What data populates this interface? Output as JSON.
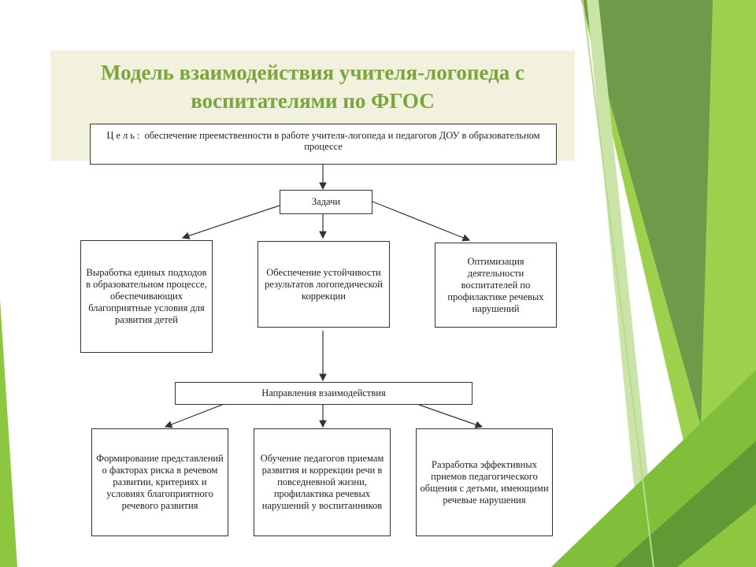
{
  "slide": {
    "title": "Модель взаимодействия учителя-логопеда с воспитателями по ФГОС"
  },
  "diagram": {
    "goal": {
      "label": "Цель:",
      "text": "обеспечение преемственности в работе учителя-логопеда и педагогов ДОУ в образовательном процессе"
    },
    "tasks_header": "Задачи",
    "tasks": [
      "Выработка единых подходов в образовательном процессе, обеспечивающих благоприятные условия для развития детей",
      "Обеспечение устойчивости результатов логопедической коррекции",
      "Оптимизация деятельности воспитателей по профилактике речевых нарушений"
    ],
    "directions_header": "Направления взаимодействия",
    "directions": [
      "Формирование представлений о факторах риска в речевом развитии, критериях и условиях благоприятного речевого развития",
      "Обучение педагогов приемам развития и коррекции речи в повседневной жизни, профилактика речевых нарушений у воспитанников",
      "Разработка эффективных приемов педагогического общения с детьми, имеющими речевые нарушения"
    ]
  },
  "colors": {
    "title": "#7aa53c",
    "title_band": "#f1f1dd",
    "accent_light": "#8dc63f",
    "accent_dark": "#5f9a35"
  }
}
